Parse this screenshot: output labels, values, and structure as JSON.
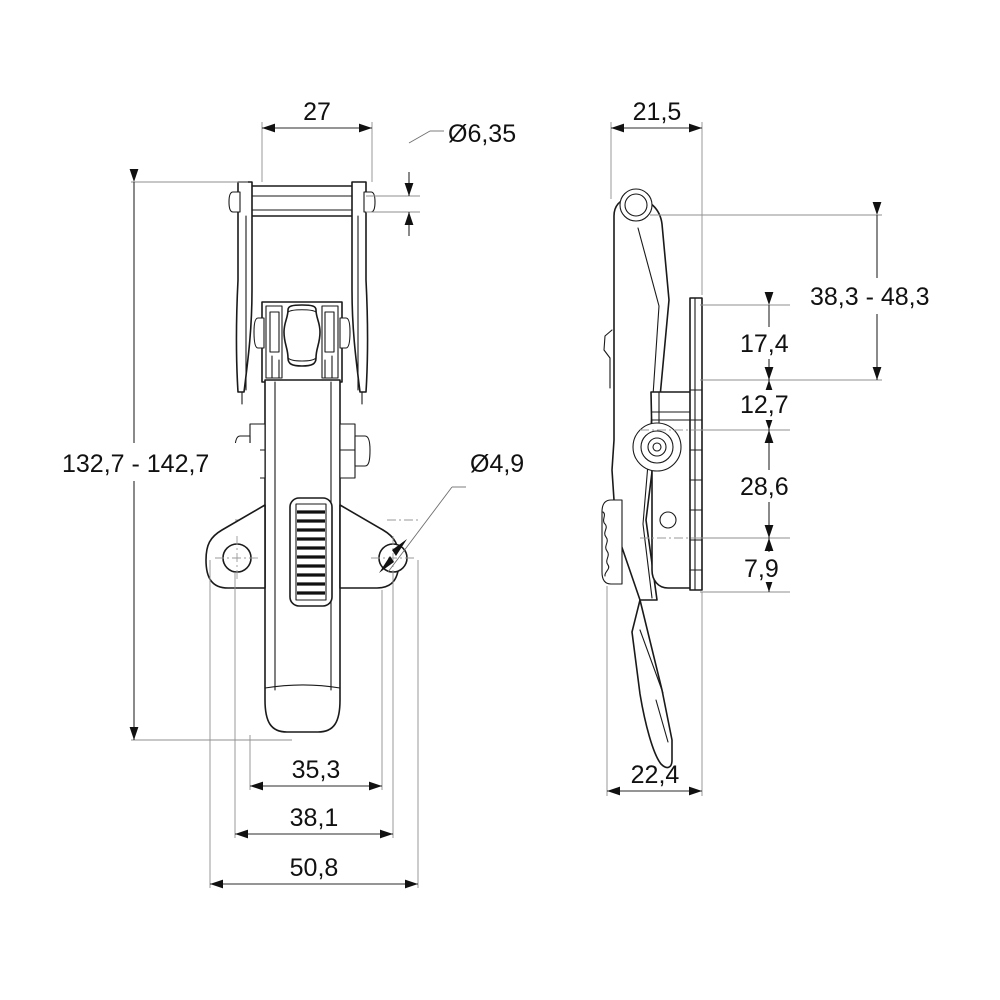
{
  "drawing": {
    "title": "Toggle latch technical drawing",
    "views": [
      {
        "id": "front-view",
        "name": "front-view"
      },
      {
        "id": "side-view",
        "name": "side-view"
      }
    ],
    "line_color": "#1a1a1a",
    "dim_color": "#2b2b2b",
    "ext_color": "#8f8f8f",
    "background": "#ffffff"
  },
  "dimensions": {
    "front": {
      "top_width": "27",
      "pin_diameter": "Ø6,35",
      "overall_height": "132,7 - 142,7",
      "hole_diameter": "Ø4,9",
      "body_width": "35,3",
      "mid_width": "38,1",
      "base_width": "50,8"
    },
    "side": {
      "top_width": "21,5",
      "lever_height": "38,3 - 48,3",
      "upper_offset": "17,4",
      "mid_offset": "12,7",
      "lower_offset": "28,6",
      "bottom_offset": "7,9",
      "depth": "22,4"
    }
  }
}
